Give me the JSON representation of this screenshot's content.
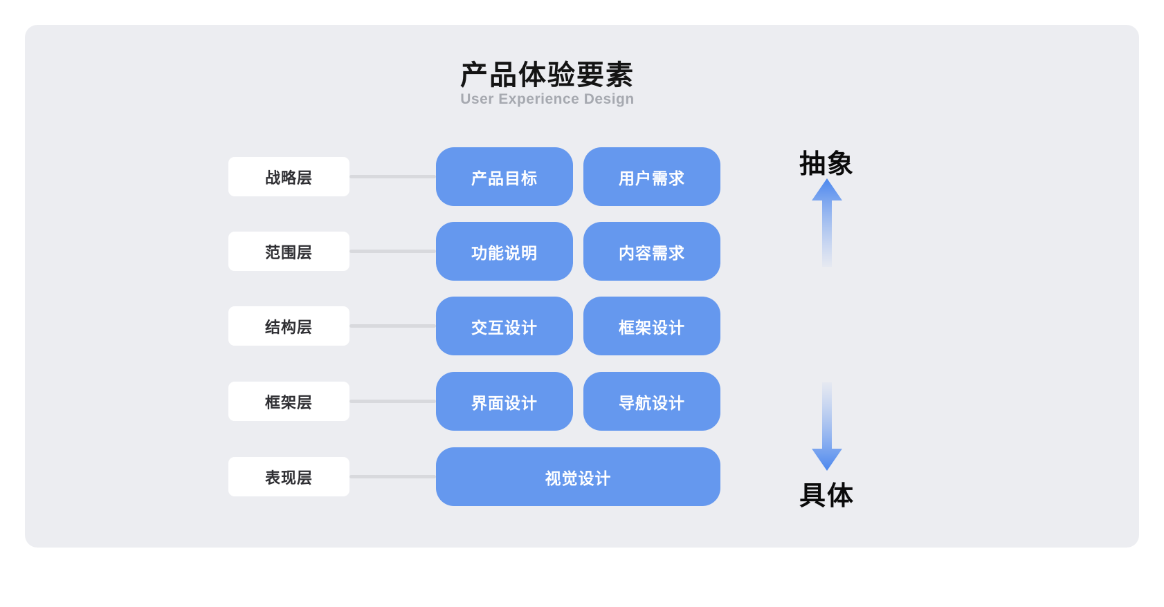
{
  "title": "产品体验要素",
  "subtitle": "User Experience Design",
  "rows": [
    {
      "label": "战略层",
      "boxes": [
        "产品目标",
        "用户需求"
      ]
    },
    {
      "label": "范围层",
      "boxes": [
        "功能说明",
        "内容需求"
      ]
    },
    {
      "label": "结构层",
      "boxes": [
        "交互设计",
        "框架设计"
      ]
    },
    {
      "label": "框架层",
      "boxes": [
        "界面设计",
        "导航设计"
      ]
    },
    {
      "label": "表现层",
      "boxes": [
        "视觉设计"
      ]
    }
  ],
  "axis": {
    "abstract_label": "抽象",
    "concrete_label": "具体"
  },
  "colors": {
    "panel_bg": "#ecedf1",
    "box_blue": "#6598ee",
    "box_text": "#ffffff",
    "label_bg": "#ffffff",
    "label_text": "#2f2f33",
    "connector": "#d8d9dd",
    "subtitle_text": "#a6a9b0",
    "title_text": "#141414",
    "arrow_blue": "#4b87ee"
  }
}
